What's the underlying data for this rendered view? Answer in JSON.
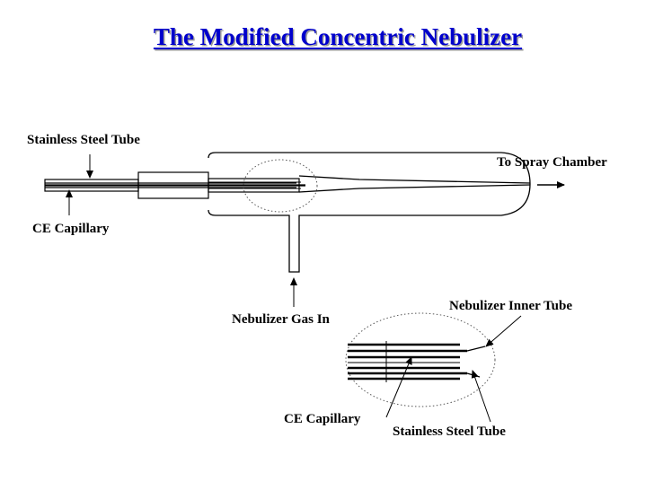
{
  "title": "The Modified Concentric Nebulizer",
  "labels": {
    "stainless_steel_tube_top": "Stainless Steel  Tube",
    "ce_capillary_left": "CE Capillary",
    "to_spray_chamber": "To Spray Chamber",
    "nebulizer_gas_in": "Nebulizer Gas In",
    "nebulizer_inner_tube": "Nebulizer Inner  Tube",
    "ce_capillary_bottom": "CE Capillary",
    "stainless_steel_tube_bottom": "Stainless Steel  Tube"
  },
  "colors": {
    "title": "#0000cc",
    "stroke": "#000000"
  }
}
